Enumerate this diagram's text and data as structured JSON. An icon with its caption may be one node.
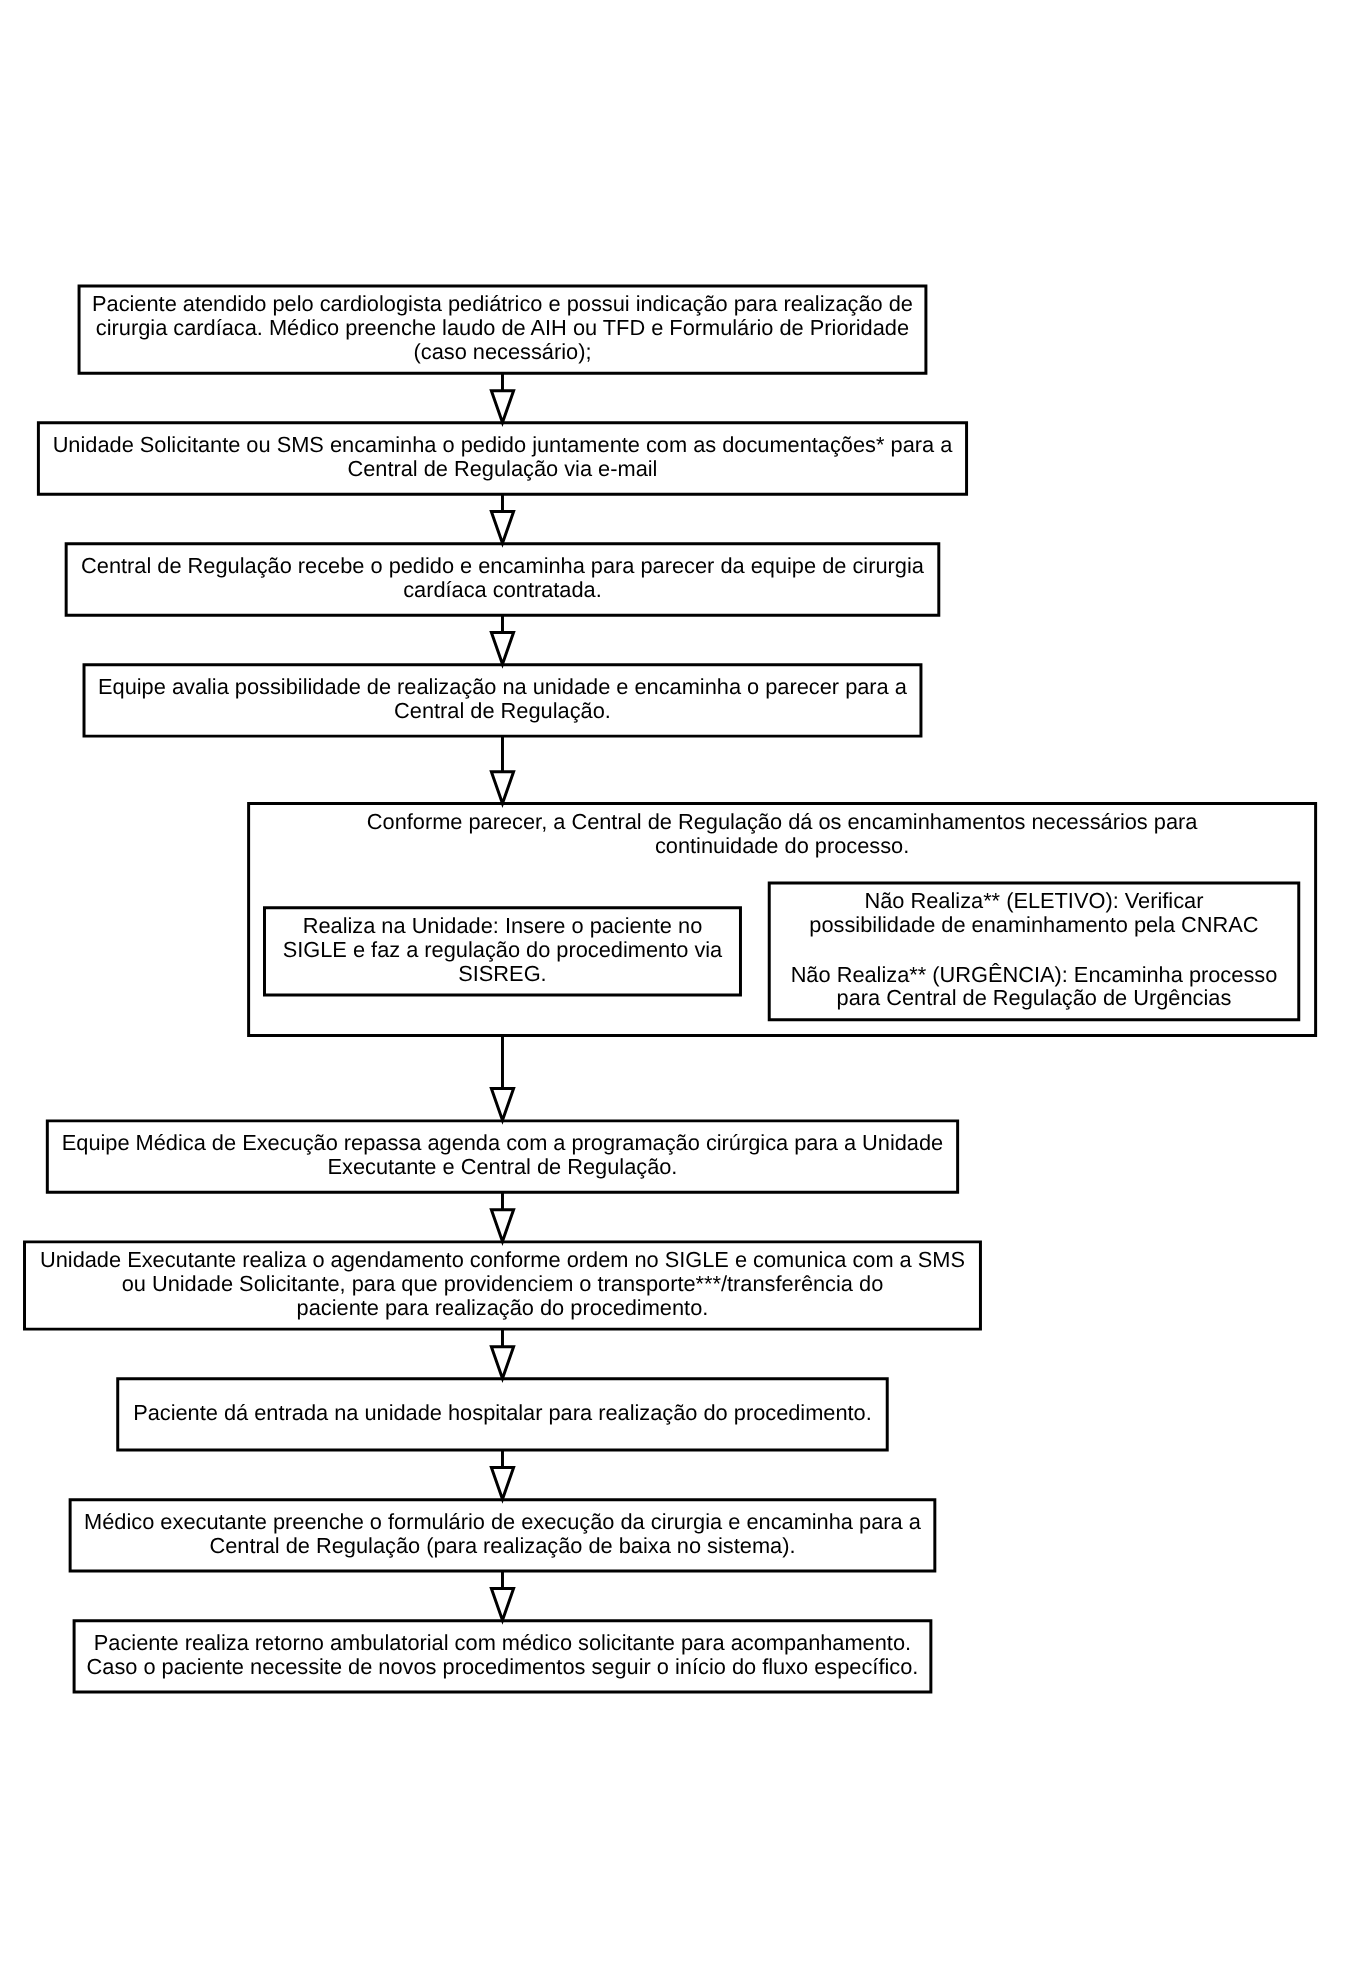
{
  "diagram": {
    "nodes": [
      {
        "text": [
          "Paciente atendido pelo cardiologista pediátrico e possui indicação para realização de cirurgia cardíaca. Médico preenche laudo de AIH ou TFD e Formulário de Prioridade (caso necessário);"
        ]
      },
      {
        "text": [
          "Unidade Solicitante ou SMS encaminha o pedido juntamente com as documentações* para a Central de Regulação via e-mail"
        ]
      },
      {
        "text": [
          "Central de Regulação recebe o pedido e encaminha para parecer da equipe de cirurgia cardíaca contratada."
        ]
      },
      {
        "text": [
          "Equipe avalia possibilidade de realização na unidade e encaminha o parecer para a Central de Regulação."
        ]
      },
      {
        "text": [
          "Conforme parecer, a Central de Regulação dá os encaminhamentos necessários para continuidade do processo."
        ]
      },
      {
        "text": [
          "Realiza na Unidade: Insere o paciente no SIGLE e faz a regulação do procedimento via SISREG."
        ],
        "in": 4
      },
      {
        "text": [
          "Não Realiza** (ELETIVO): Verificar possibilidade de enaminhamento pela CNRAC",
          "Não Realiza** (URGÊNCIA): Encaminha processo para Central de Regulação de Urgências"
        ],
        "in": 4
      },
      {
        "text": [
          "Equipe Médica de Execução repassa agenda com a programação cirúrgica para a Unidade Executante e Central de Regulação."
        ]
      },
      {
        "text": [
          "Unidade Executante realiza o agendamento conforme ordem no SIGLE e comunica com a SMS ou Unidade Solicitante, para que providenciem o transporte***/transferência do paciente para realização do procedimento."
        ]
      },
      {
        "text": [
          "Paciente dá entrada na unidade hospitalar para realização do procedimento."
        ]
      },
      {
        "text": [
          "Médico executante preenche o formulário de execução da cirurgia e encaminha para a Central de Regulação (para realização de baixa no sistema)."
        ]
      },
      {
        "text": [
          "Paciente realiza retorno ambulatorial com médico solicitante para acompanhamento. Caso o paciente necessite de novos procedimentos seguir o início do fluxo específico."
        ]
      }
    ],
    "edges": [
      {
        "from": 0,
        "to": 1,
        "arrow": "to"
      },
      {
        "from": 1,
        "to": 2,
        "arrow": "to"
      },
      {
        "from": 2,
        "to": 3,
        "arrow": "to"
      },
      {
        "from": 3,
        "to": 4,
        "arrow": "to"
      },
      {
        "from": 4,
        "to": 7,
        "arrow": "to"
      },
      {
        "from": 7,
        "to": 8,
        "arrow": "to"
      },
      {
        "from": 8,
        "to": 9,
        "arrow": "to"
      },
      {
        "from": 9,
        "to": 10,
        "arrow": "to"
      },
      {
        "from": 10,
        "to": 11,
        "arrow": "to"
      }
    ]
  }
}
